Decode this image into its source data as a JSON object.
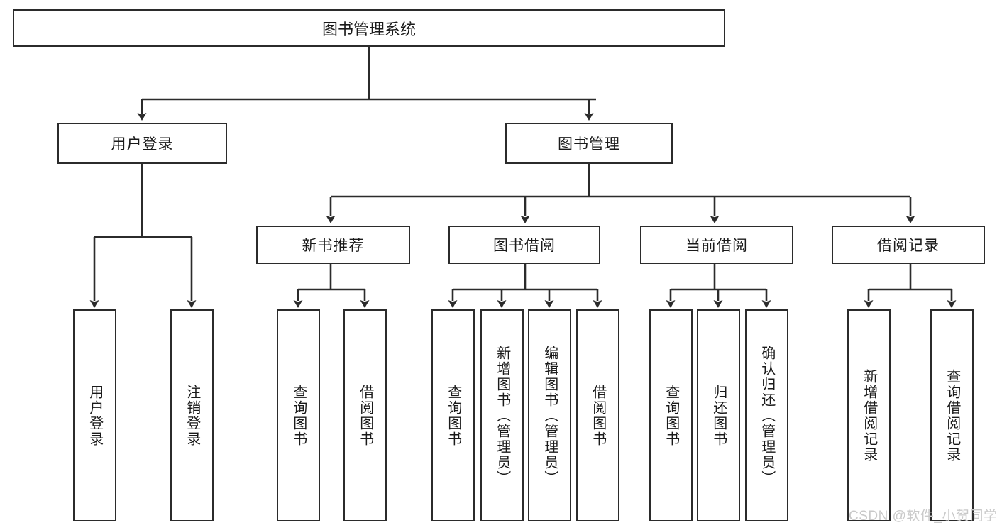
{
  "diagram": {
    "type": "tree-hierarchy",
    "title": "图书管理系统",
    "watermark": "CSDN @软件_小贺同学",
    "colors": {
      "box_border": "#2b2b2b",
      "connector": "#2b2b2b",
      "background": "#ffffff",
      "watermark": "#c9c9c9"
    },
    "nodes": {
      "root": {
        "label": "图书管理系统",
        "level": 1
      },
      "l2": [
        {
          "id": "user-login",
          "label": "用户登录",
          "level": 2
        },
        {
          "id": "book-manage",
          "label": "图书管理",
          "level": 2
        }
      ],
      "l3": [
        {
          "id": "new-book-rec",
          "label": "新书推荐",
          "level": 3,
          "parent": "book-manage"
        },
        {
          "id": "book-borrow",
          "label": "图书借阅",
          "level": 3,
          "parent": "book-manage"
        },
        {
          "id": "current-borrow",
          "label": "当前借阅",
          "level": 3,
          "parent": "book-manage"
        },
        {
          "id": "borrow-record",
          "label": "借阅记录",
          "level": 3,
          "parent": "book-manage"
        }
      ],
      "leaves": [
        {
          "id": "leaf-user-login",
          "label": "用户登录",
          "parent": "user-login"
        },
        {
          "id": "leaf-logout",
          "label": "注销登录",
          "parent": "user-login"
        },
        {
          "id": "leaf-query-book-1",
          "label": "查询图书",
          "parent": "new-book-rec"
        },
        {
          "id": "leaf-borrow-book-1",
          "label": "借阅图书",
          "parent": "new-book-rec"
        },
        {
          "id": "leaf-query-book-2",
          "label": "查询图书",
          "parent": "book-borrow"
        },
        {
          "id": "leaf-add-book",
          "label": "新增图书（管理员）",
          "parent": "book-borrow"
        },
        {
          "id": "leaf-edit-book",
          "label": "编辑图书（管理员）",
          "parent": "book-borrow"
        },
        {
          "id": "leaf-borrow-book-2",
          "label": "借阅图书",
          "parent": "book-borrow"
        },
        {
          "id": "leaf-query-book-3",
          "label": "查询图书",
          "parent": "current-borrow"
        },
        {
          "id": "leaf-return-book",
          "label": "归还图书",
          "parent": "current-borrow"
        },
        {
          "id": "leaf-confirm-return",
          "label": "确认归还（管理员）",
          "parent": "current-borrow"
        },
        {
          "id": "leaf-add-record",
          "label": "新增借阅记录",
          "parent": "borrow-record"
        },
        {
          "id": "leaf-query-record",
          "label": "查询借阅记录",
          "parent": "borrow-record"
        }
      ]
    }
  }
}
